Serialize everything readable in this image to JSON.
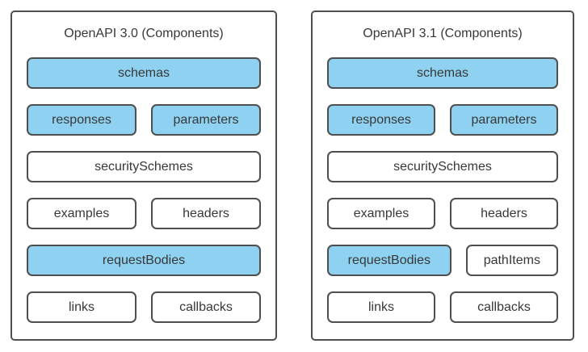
{
  "colors": {
    "background": "#ffffff",
    "stroke": "#4f4f4f",
    "text": "#383838",
    "highlight_fill": "#8ed1f0",
    "plain_fill": "#ffffff"
  },
  "panels": [
    {
      "title": "OpenAPI 3.0 (Components)",
      "rows": [
        {
          "boxes": [
            {
              "label": "schemas",
              "fill": "highlight",
              "width": "full"
            }
          ]
        },
        {
          "boxes": [
            {
              "label": "responses",
              "fill": "highlight",
              "width": "half"
            },
            {
              "label": "parameters",
              "fill": "highlight",
              "width": "half"
            }
          ]
        },
        {
          "boxes": [
            {
              "label": "securitySchemes",
              "fill": "plain",
              "width": "full"
            }
          ]
        },
        {
          "boxes": [
            {
              "label": "examples",
              "fill": "plain",
              "width": "half"
            },
            {
              "label": "headers",
              "fill": "plain",
              "width": "half"
            }
          ]
        },
        {
          "boxes": [
            {
              "label": "requestBodies",
              "fill": "highlight",
              "width": "full"
            }
          ]
        },
        {
          "boxes": [
            {
              "label": "links",
              "fill": "plain",
              "width": "half"
            },
            {
              "label": "callbacks",
              "fill": "plain",
              "width": "half"
            }
          ]
        }
      ]
    },
    {
      "title": "OpenAPI 3.1 (Components)",
      "rows": [
        {
          "boxes": [
            {
              "label": "schemas",
              "fill": "highlight",
              "width": "full"
            }
          ]
        },
        {
          "boxes": [
            {
              "label": "responses",
              "fill": "highlight",
              "width": "half"
            },
            {
              "label": "parameters",
              "fill": "highlight",
              "width": "half"
            }
          ]
        },
        {
          "boxes": [
            {
              "label": "securitySchemes",
              "fill": "plain",
              "width": "full"
            }
          ]
        },
        {
          "boxes": [
            {
              "label": "examples",
              "fill": "plain",
              "width": "half"
            },
            {
              "label": "headers",
              "fill": "plain",
              "width": "half"
            }
          ]
        },
        {
          "boxes": [
            {
              "label": "requestBodies",
              "fill": "highlight",
              "width": "wide"
            },
            {
              "label": "pathItems",
              "fill": "plain",
              "width": "narrow"
            }
          ]
        },
        {
          "boxes": [
            {
              "label": "links",
              "fill": "plain",
              "width": "half"
            },
            {
              "label": "callbacks",
              "fill": "plain",
              "width": "half"
            }
          ]
        }
      ]
    }
  ]
}
